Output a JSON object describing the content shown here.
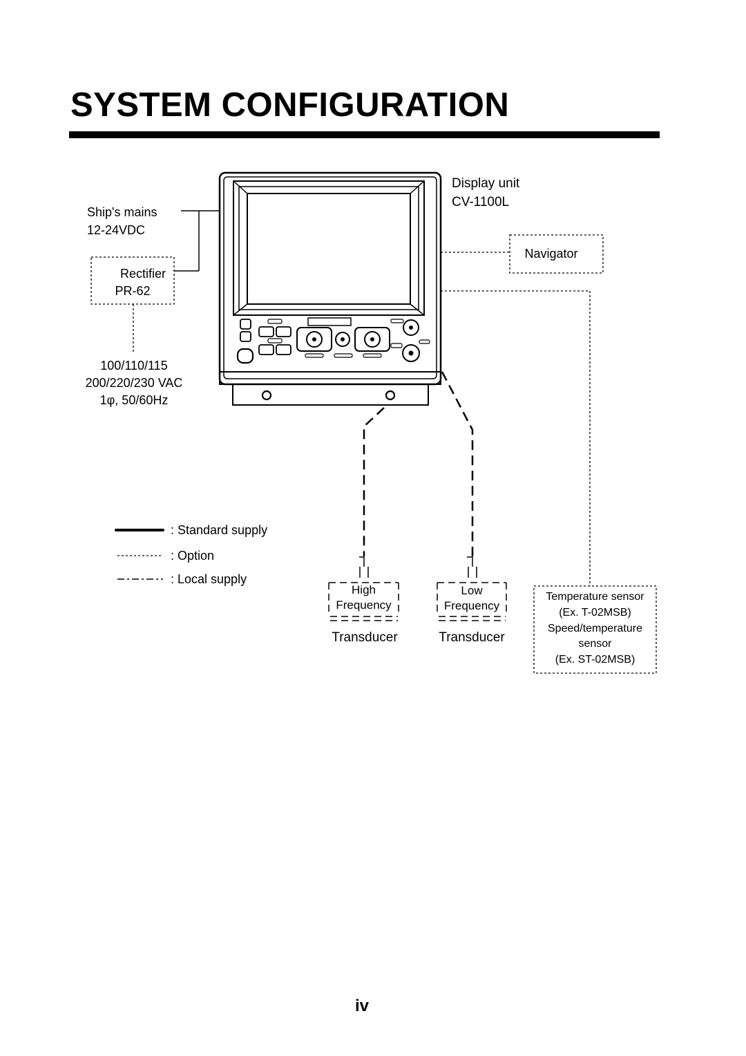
{
  "page": {
    "title": "SYSTEM CONFIGURATION",
    "page_number": "iv"
  },
  "diagram": {
    "display_unit": {
      "name": "Display unit",
      "model": "CV-1100L"
    },
    "ships_mains": {
      "name": "Ship's mains",
      "voltage": "12-24VDC"
    },
    "rectifier": {
      "name": "Rectifier",
      "model": "PR-62"
    },
    "ac_input": {
      "line1": "100/110/115",
      "line2": "200/220/230 VAC",
      "line3": "1φ, 50/60Hz"
    },
    "navigator": {
      "name": "Navigator"
    },
    "hf_transducer": {
      "line1": "High",
      "line2": "Frequency",
      "caption": "Transducer"
    },
    "lf_transducer": {
      "line1": "Low",
      "line2": "Frequency",
      "caption": "Transducer"
    },
    "temp_sensor": {
      "line1": "Temperature sensor",
      "line2": "(Ex. T-02MSB)",
      "line3": "Speed/temperature",
      "line4": "sensor",
      "line5": "(Ex. ST-02MSB)"
    },
    "legend": {
      "standard": ": Standard supply",
      "option": ": Option",
      "local": ": Local supply"
    }
  }
}
